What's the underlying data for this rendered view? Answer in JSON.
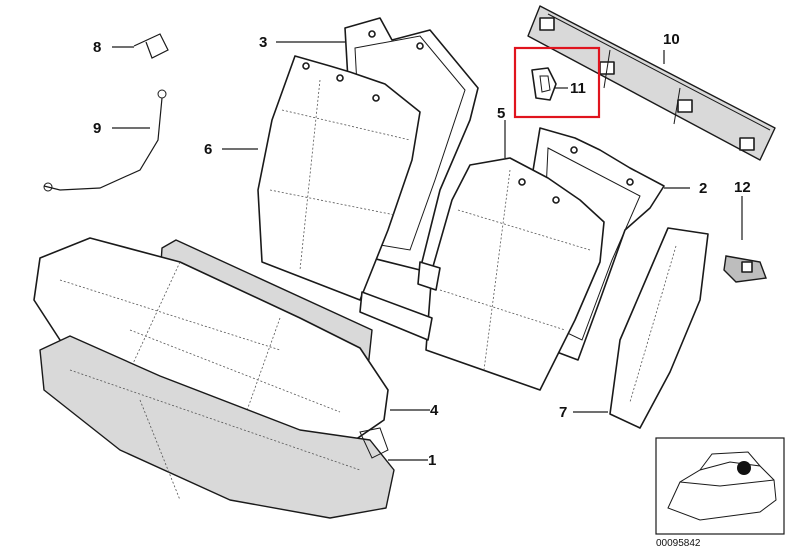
{
  "callouts": [
    {
      "num": "1",
      "name": "callout-1"
    },
    {
      "num": "2",
      "name": "callout-2"
    },
    {
      "num": "3",
      "name": "callout-3"
    },
    {
      "num": "4",
      "name": "callout-4"
    },
    {
      "num": "5",
      "name": "callout-5"
    },
    {
      "num": "6",
      "name": "callout-6"
    },
    {
      "num": "7",
      "name": "callout-7"
    },
    {
      "num": "8",
      "name": "callout-8"
    },
    {
      "num": "9",
      "name": "callout-9"
    },
    {
      "num": "10",
      "name": "callout-10"
    },
    {
      "num": "11",
      "name": "callout-11"
    },
    {
      "num": "12",
      "name": "callout-12"
    }
  ],
  "highlight": {
    "part": "11",
    "color": "#e0141e"
  },
  "reference_number": "00095842",
  "colors": {
    "line": "#1a1a1a",
    "fill_light": "#d9d9d9",
    "fill_dark": "#bdbdbd",
    "background": "#ffffff"
  }
}
